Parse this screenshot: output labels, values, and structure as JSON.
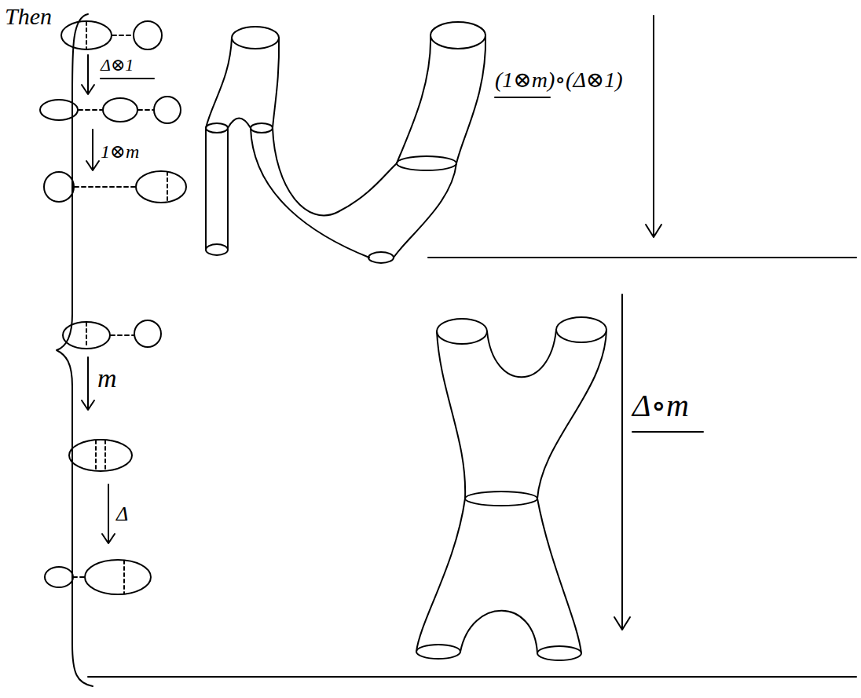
{
  "diagram": {
    "labels": [
      "Then",
      "Δ⊗1",
      "(1⊗m)∘(Δ⊗1)",
      "1⊗m",
      "m",
      "Δ∘m",
      "Δ"
    ]
  }
}
